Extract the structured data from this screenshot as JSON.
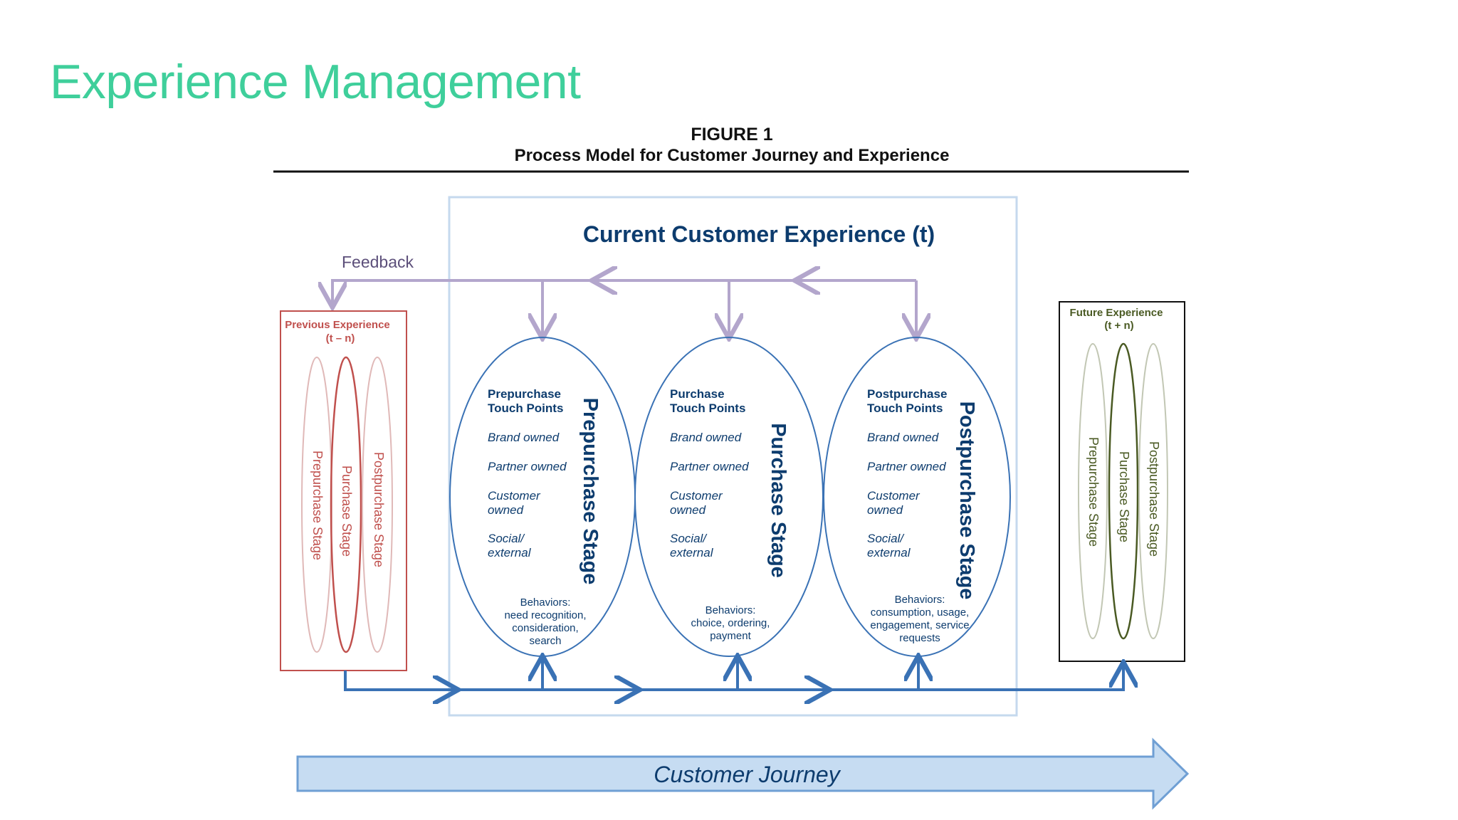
{
  "slide": {
    "title": "Experience Management",
    "title_color": "#3fcf9b"
  },
  "figure": {
    "label": "FIGURE 1",
    "caption": "Process Model for Customer Journey and Experience"
  },
  "current": {
    "title": "Current Customer Experience (t)",
    "feedback_label": "Feedback"
  },
  "previous": {
    "title_line1": "Previous Experience",
    "title_line2": "(t – n)",
    "stages": [
      "Prepurchase Stage",
      "Purchase Stage",
      "Postpurchase Stage"
    ]
  },
  "future": {
    "title_line1": "Future Experience",
    "title_line2": "(t + n)",
    "stages": [
      "Prepurchase Stage",
      "Purchase Stage",
      "Postpurchase Stage"
    ]
  },
  "touch_point_types": [
    "Brand owned",
    "Partner owned",
    "Customer",
    "owned",
    "Social/",
    "external"
  ],
  "stages": [
    {
      "name": "Prepurchase Stage",
      "touch_points_line1": "Prepurchase",
      "touch_points_line2": "Touch Points",
      "behaviors": [
        "Behaviors:",
        "need recognition,",
        "consideration,",
        "search"
      ]
    },
    {
      "name": "Purchase Stage",
      "touch_points_line1": "Purchase",
      "touch_points_line2": "Touch Points",
      "behaviors": [
        "Behaviors:",
        "choice, ordering,",
        "payment"
      ]
    },
    {
      "name": "Postpurchase Stage",
      "touch_points_line1": "Postpurchase",
      "touch_points_line2": "Touch Points",
      "behaviors": [
        "Behaviors:",
        "consumption, usage,",
        "engagement, service",
        "requests"
      ]
    }
  ],
  "journey_label": "Customer Journey",
  "colors": {
    "navy": "#0d3c6e",
    "feedback": "#b3a6cc",
    "flow": "#3a72b5",
    "previous": "#c0504d",
    "future": "#4a5a23",
    "current_border": "#c5d9ee",
    "journey_fill": "#c6dcf2",
    "journey_stroke": "#6f9fd4"
  }
}
